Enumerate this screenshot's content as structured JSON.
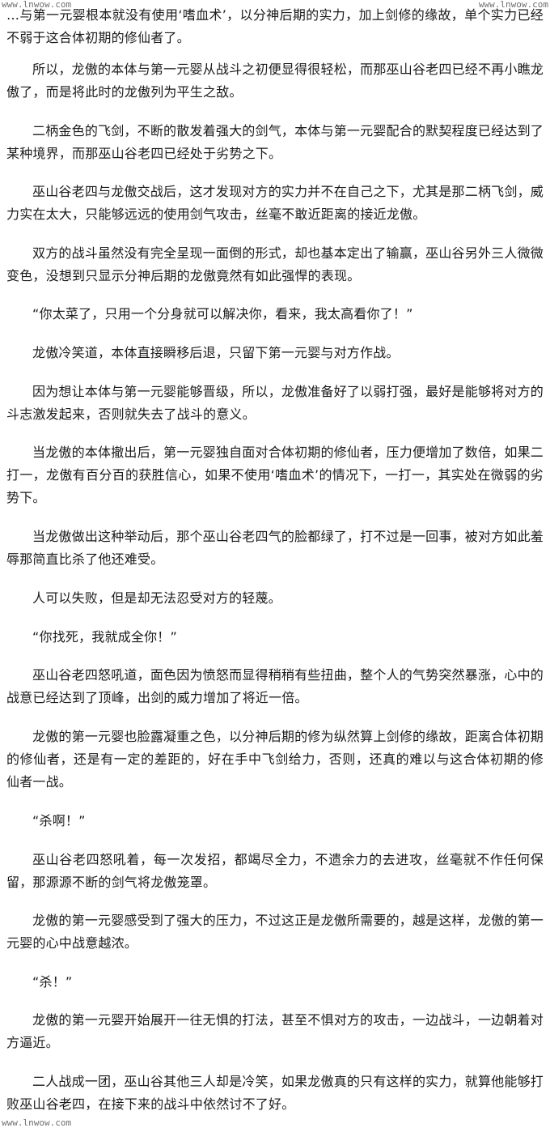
{
  "watermark": {
    "top_left": "www.lnwow.com",
    "top_right": "www.lnwow.com",
    "bottom_left": "www.lnwow.com"
  },
  "paragraphs": [
    "…与第一元婴根本就没有使用‘嗜血术’，以分神后期的实力，加上剑修的缘故，单个实力已经不弱于这合体初期的修仙者了。",
    "所以，龙傲的本体与第一元婴从战斗之初便显得很轻松，而那巫山谷老四已经不再小瞧龙傲了，而是将此时的龙傲列为平生之敌。",
    "二柄金色的飞剑，不断的散发着强大的剑气，本体与第一元婴配合的默契程度已经达到了某种境界，而那巫山谷老四已经处于劣势之下。",
    "巫山谷老四与龙傲交战后，这才发现对方的实力并不在自己之下，尤其是那二柄飞剑，威力实在太大，只能够远远的使用剑气攻击，丝毫不敢近距离的接近龙傲。",
    "双方的战斗虽然没有完全呈现一面倒的形式，却也基本定出了输赢，巫山谷另外三人微微变色，没想到只显示分神后期的龙傲竟然有如此强悍的表现。",
    "“你太菜了，只用一个分身就可以解决你，看来，我太高看你了！”",
    "龙傲冷笑道，本体直接瞬移后退，只留下第一元婴与对方作战。",
    "因为想让本体与第一元婴能够晋级，所以，龙傲准备好了以弱打强，最好是能够将对方的斗志激发起来，否则就失去了战斗的意义。",
    "当龙傲的本体撤出后，第一元婴独自面对合体初期的修仙者，压力便增加了数倍，如果二打一，龙傲有百分百的获胜信心，如果不使用‘嗜血术’的情况下，一打一，其实处在微弱的劣势下。",
    "当龙傲做出这种举动后，那个巫山谷老四气的脸都绿了，打不过是一回事，被对方如此羞辱那简直比杀了他还难受。",
    "人可以失败，但是却无法忍受对方的轻蔑。",
    "“你找死，我就成全你！”",
    "巫山谷老四怒吼道，面色因为愤怒而显得稍稍有些扭曲，整个人的气势突然暴涨，心中的战意已经达到了顶峰，出剑的威力增加了将近一倍。",
    "龙傲的第一元婴也脸露凝重之色，以分神后期的修为纵然算上剑修的缘故，距离合体初期的修仙者，还是有一定的差距的，好在手中飞剑给力，否则，还真的难以与这合体初期的修仙者一战。",
    "“杀啊！”",
    "巫山谷老四怒吼着，每一次发招，都竭尽全力，不遗余力的去进攻，丝毫就不作任何保留，那源源不断的剑气将龙傲笼罩。",
    "龙傲的第一元婴感受到了强大的压力，不过这正是龙傲所需要的，越是这样，龙傲的第一元婴的心中战意越浓。",
    "“杀！”",
    "龙傲的第一元婴开始展开一往无惧的打法，甚至不惧对方的攻击，一边战斗，一边朝着对方逼近。",
    "二人战成一团，巫山谷其他三人却是冷笑，如果龙傲真的只有这样的实力，就算他能够打败巫山谷老四，在接下来的战斗中依然讨不了好。"
  ]
}
